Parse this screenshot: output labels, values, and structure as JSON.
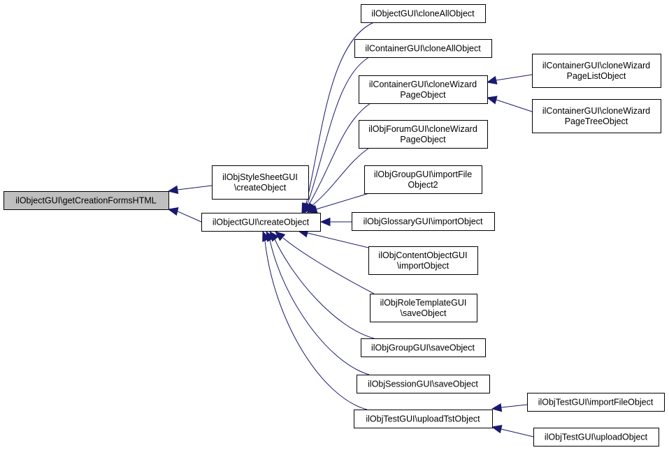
{
  "diagram": {
    "type": "caller-graph",
    "edge_color": "#191970",
    "root_fill": "#bfbfbf",
    "nodes": [
      {
        "id": "root",
        "lines": [
          "ilObjectGUI\\getCreationFormsHTML"
        ],
        "root": true
      },
      {
        "id": "stylesheet_create",
        "lines": [
          "ilObjStyleSheetGUI",
          "\\createObject"
        ]
      },
      {
        "id": "objectgui_create",
        "lines": [
          "ilObjectGUI\\createObject"
        ]
      },
      {
        "id": "objectgui_cloneall",
        "lines": [
          "ilObjectGUI\\cloneAllObject"
        ]
      },
      {
        "id": "container_cloneall",
        "lines": [
          "ilContainerGUI\\cloneAllObject"
        ]
      },
      {
        "id": "container_wizard",
        "lines": [
          "ilContainerGUI\\cloneWizard",
          "PageObject"
        ]
      },
      {
        "id": "forum_wizard",
        "lines": [
          "ilObjForumGUI\\cloneWizard",
          "PageObject"
        ]
      },
      {
        "id": "group_importfile2",
        "lines": [
          "ilObjGroupGUI\\importFile",
          "Object2"
        ]
      },
      {
        "id": "glossary_import",
        "lines": [
          "ilObjGlossaryGUI\\importObject"
        ]
      },
      {
        "id": "contentobject_import",
        "lines": [
          "ilObjContentObjectGUI",
          "\\importObject"
        ]
      },
      {
        "id": "roletemplate_save",
        "lines": [
          "ilObjRoleTemplateGUI",
          "\\saveObject"
        ]
      },
      {
        "id": "group_save",
        "lines": [
          "ilObjGroupGUI\\saveObject"
        ]
      },
      {
        "id": "session_save",
        "lines": [
          "ilObjSessionGUI\\saveObject"
        ]
      },
      {
        "id": "test_uploadtst",
        "lines": [
          "ilObjTestGUI\\uploadTstObject"
        ]
      },
      {
        "id": "container_wizard_list",
        "lines": [
          "ilContainerGUI\\cloneWizard",
          "PageListObject"
        ]
      },
      {
        "id": "container_wizard_tree",
        "lines": [
          "ilContainerGUI\\cloneWizard",
          "PageTreeObject"
        ]
      },
      {
        "id": "test_importfile",
        "lines": [
          "ilObjTestGUI\\importFileObject"
        ]
      },
      {
        "id": "test_upload",
        "lines": [
          "ilObjTestGUI\\uploadObject"
        ]
      }
    ],
    "edges": [
      {
        "from": "stylesheet_create",
        "to": "root"
      },
      {
        "from": "objectgui_create",
        "to": "root"
      },
      {
        "from": "objectgui_cloneall",
        "to": "objectgui_create"
      },
      {
        "from": "container_cloneall",
        "to": "objectgui_create"
      },
      {
        "from": "container_wizard",
        "to": "objectgui_create"
      },
      {
        "from": "forum_wizard",
        "to": "objectgui_create"
      },
      {
        "from": "group_importfile2",
        "to": "objectgui_create"
      },
      {
        "from": "glossary_import",
        "to": "objectgui_create"
      },
      {
        "from": "contentobject_import",
        "to": "objectgui_create"
      },
      {
        "from": "roletemplate_save",
        "to": "objectgui_create"
      },
      {
        "from": "group_save",
        "to": "objectgui_create"
      },
      {
        "from": "session_save",
        "to": "objectgui_create"
      },
      {
        "from": "test_uploadtst",
        "to": "objectgui_create"
      },
      {
        "from": "container_wizard_list",
        "to": "container_wizard"
      },
      {
        "from": "container_wizard_tree",
        "to": "container_wizard"
      },
      {
        "from": "test_importfile",
        "to": "test_uploadtst"
      },
      {
        "from": "test_upload",
        "to": "test_uploadtst"
      }
    ]
  }
}
